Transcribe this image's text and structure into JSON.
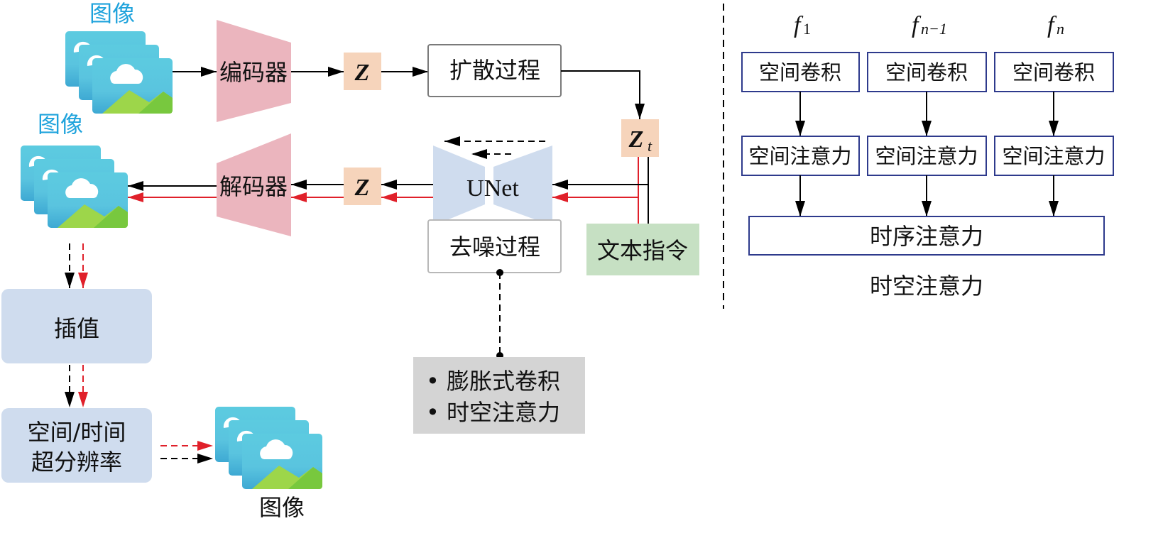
{
  "colors": {
    "encoder_fill": "#ebb5be",
    "latent_fill": "#f6d4bb",
    "unet_fill": "#cfdcee",
    "text_cmd_fill": "#c6e0c3",
    "post_box_fill": "#cfdcee",
    "note_fill": "#d4d4d4",
    "attn_border": "#2e3a8c",
    "red_arrow": "#e0202a",
    "image_label_blue": "#1fa3dc"
  },
  "left": {
    "image_top_label": "图像",
    "image_mid_label": "图像",
    "image_bottom_label": "图像",
    "encoder_label": "编码器",
    "decoder_label": "解码器",
    "latent_top": "Z",
    "latent_bottom": "Z",
    "latent_t_main": "Z",
    "latent_t_sub": "t",
    "diffusion_label": "扩散过程",
    "denoise_label": "去噪过程",
    "unet_label": "UNet",
    "text_instruction_label": "文本指令",
    "interpolation_label": "插值",
    "super_res_line1": "空间/时间",
    "super_res_line2": "超分辨率",
    "note_items": [
      "• 膨胀式卷积",
      "• 时空注意力"
    ]
  },
  "right": {
    "frames": [
      {
        "f": "f",
        "sub": "1"
      },
      {
        "f": "f",
        "sub": "n−1"
      },
      {
        "f": "f",
        "sub": "n"
      }
    ],
    "spatial_conv_label": "空间卷积",
    "spatial_attn_label": "空间注意力",
    "temporal_attn_label": "时序注意力",
    "caption": "时空注意力"
  }
}
